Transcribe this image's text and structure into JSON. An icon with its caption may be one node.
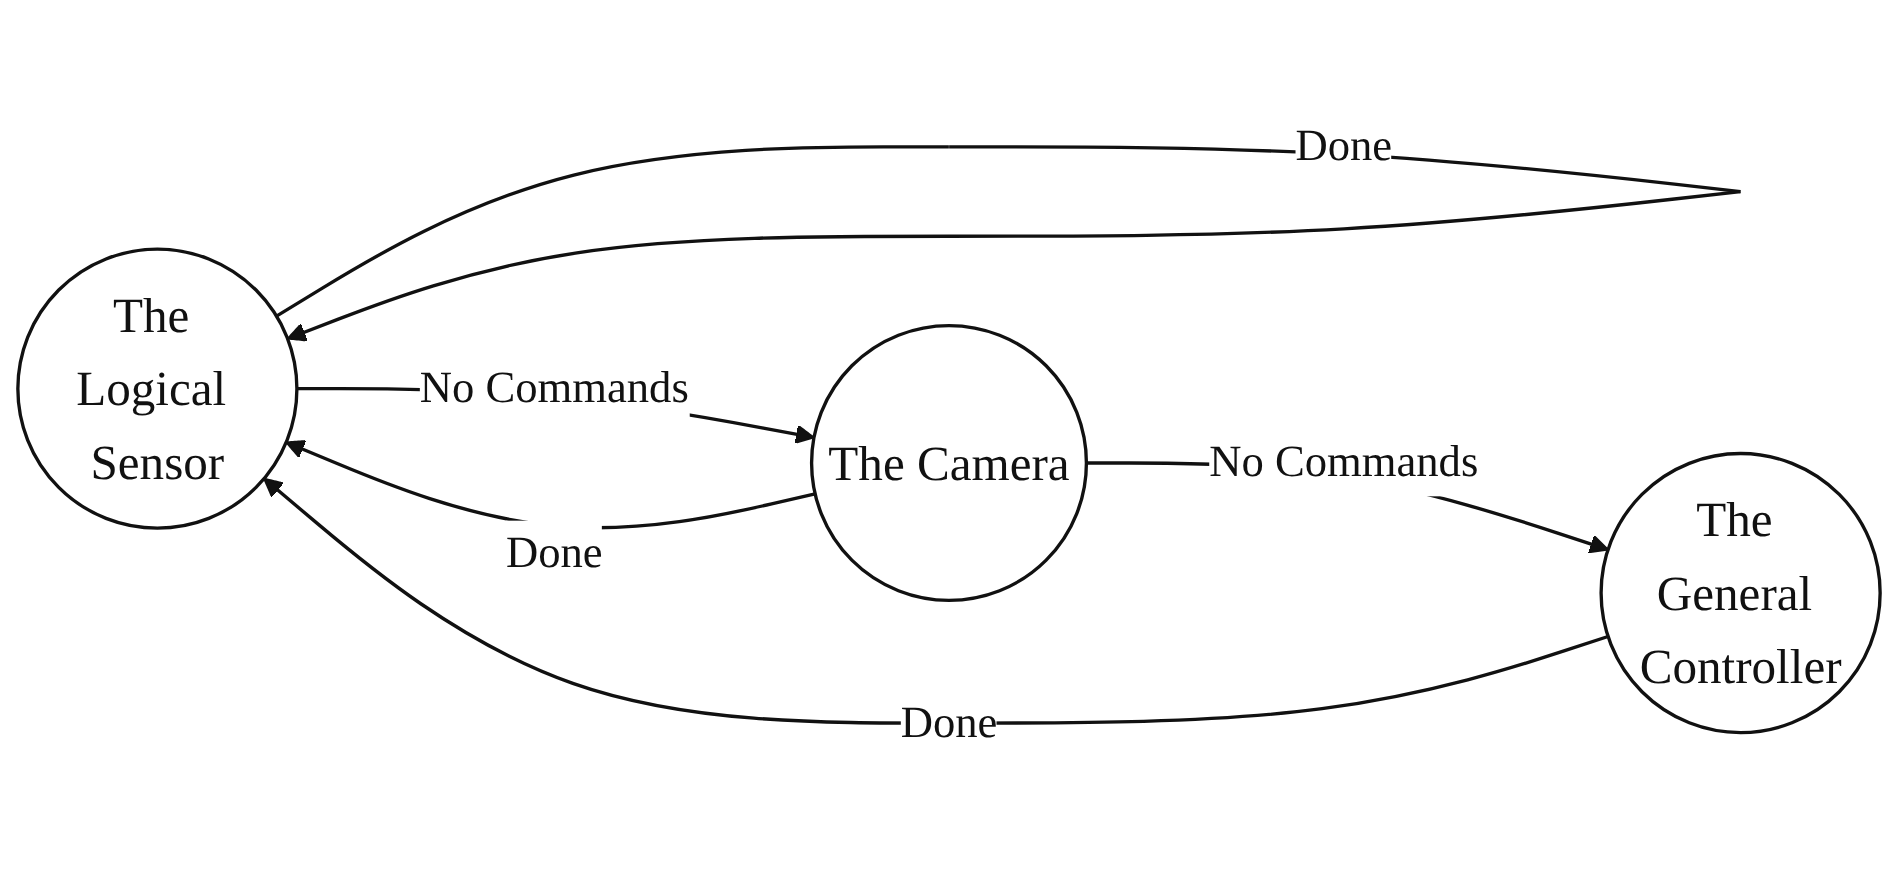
{
  "diagram": {
    "nodes": [
      {
        "text": [
          "The Logical Sensor"
        ]
      },
      {
        "text": [
          "The Camera"
        ]
      },
      {
        "text": [
          "The General Controller"
        ]
      }
    ],
    "edges": [
      {
        "from": 0,
        "to": 0,
        "label": "Done",
        "arrow": "to"
      },
      {
        "from": 0,
        "to": 1,
        "label": "No Commands",
        "arrow": "to"
      },
      {
        "from": 1,
        "to": 2,
        "label": "No Commands",
        "arrow": "to"
      },
      {
        "from": 1,
        "to": 0,
        "label": "Done",
        "arrow": "to"
      },
      {
        "from": 2,
        "to": 0,
        "label": "Done",
        "arrow": "to"
      }
    ]
  }
}
